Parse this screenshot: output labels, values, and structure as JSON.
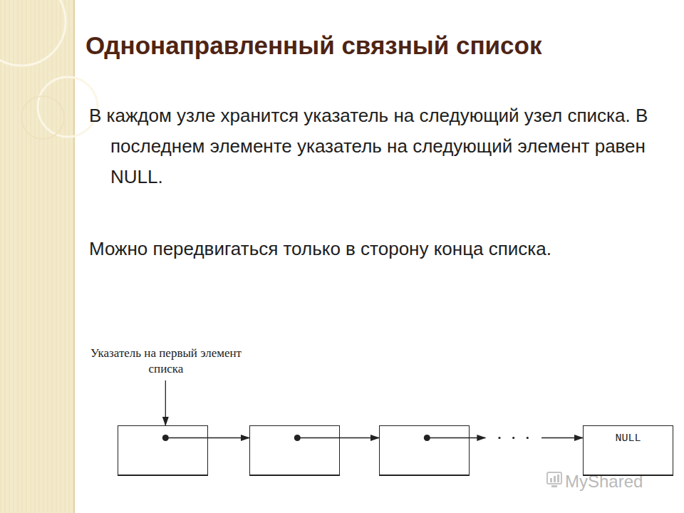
{
  "diagram": {
    "title": "Однонаправленный связный список",
    "nodes": [
      {
        "text": [
          "Указатель на первый элемент списка"
        ]
      },
      {
        "text": []
      },
      {
        "text": []
      },
      {
        "text": []
      },
      {
        "text": [
          "NULL"
        ]
      }
    ],
    "edges": [
      {
        "from": 0,
        "to": 1,
        "arrow": "to"
      },
      {
        "from": 1,
        "to": 2,
        "arrow": "to"
      },
      {
        "from": 2,
        "to": 3,
        "arrow": "to"
      },
      {
        "from": 3,
        "to": 4,
        "arrow": "to"
      }
    ],
    "labels": [
      "В каждом узле хранится указатель на следующий узел списка. В последнем элементе указатель на следующий элемент равен NULL.",
      "Можно передвигаться только в сторону конца списка.",
      "MyShared"
    ]
  }
}
